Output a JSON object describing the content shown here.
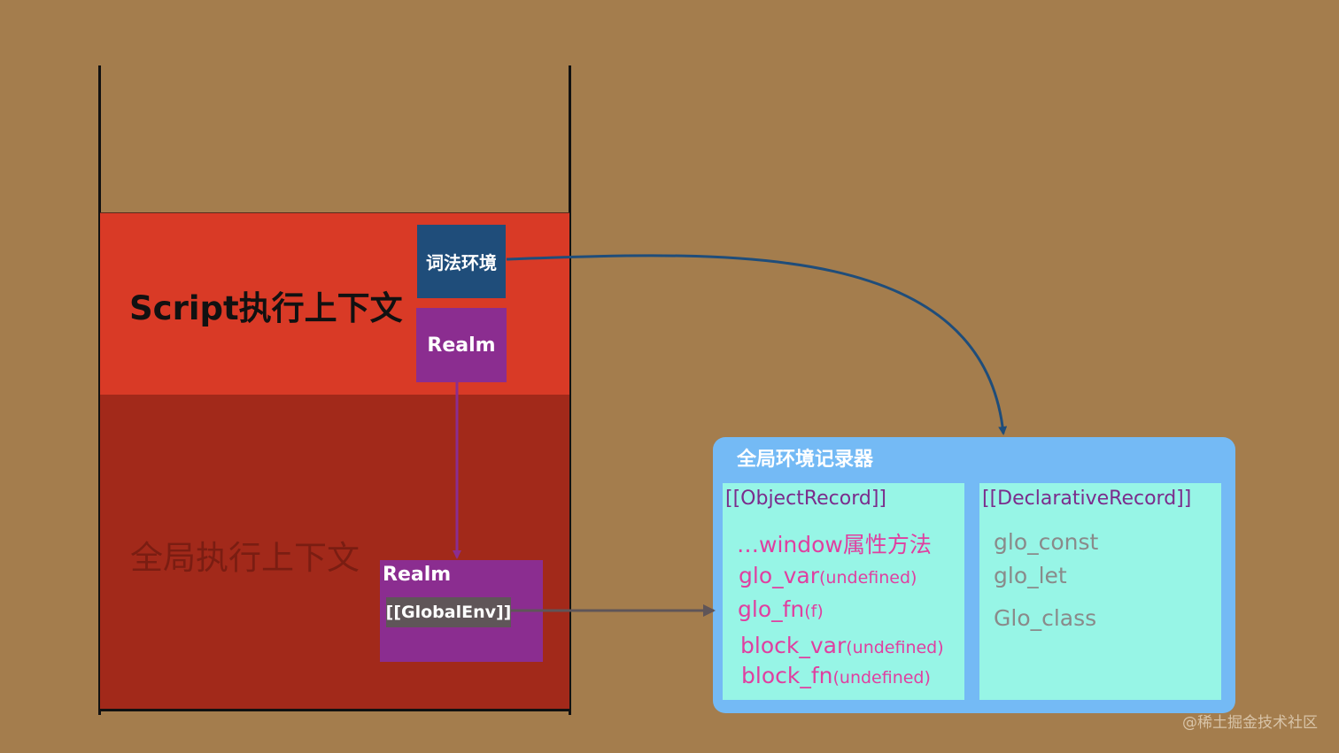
{
  "stack": {
    "script_context_label": "Script执行上下文",
    "global_context_label": "全局执行上下文",
    "lexical_env_label": "词法环境",
    "realm_label": "Realm",
    "global_realm_label": "Realm",
    "global_env_label": "[[GlobalEnv]]"
  },
  "global_env_record": {
    "title": "全局环境记录器",
    "object_record": {
      "header": "[[ObjectRecord]]",
      "items": [
        {
          "name": "…window属性方法",
          "note": ""
        },
        {
          "name": "glo_var",
          "note": "(undefined)"
        },
        {
          "name": "glo_fn",
          "note": "(f)"
        },
        {
          "name": "block_var",
          "note": "(undefined)"
        },
        {
          "name": "block_fn",
          "note": "(undefined)"
        }
      ]
    },
    "declarative_record": {
      "header": "[[DeclarativeRecord]]",
      "items": [
        "glo_const",
        "glo_let",
        "Glo_class"
      ]
    }
  },
  "colors": {
    "background": "#a47d4d",
    "script_context": "#d93a26",
    "global_context": "#a2291a",
    "lexical_env": "#1f4d7a",
    "realm": "#8b2d90",
    "env_record_frame": "#74baf5",
    "record_box": "#97f5e6",
    "arrow_blue": "#1f4d7a",
    "arrow_purple": "#8b2d90",
    "arrow_gray": "#5f5558"
  },
  "watermark": "@稀土掘金技术社区"
}
